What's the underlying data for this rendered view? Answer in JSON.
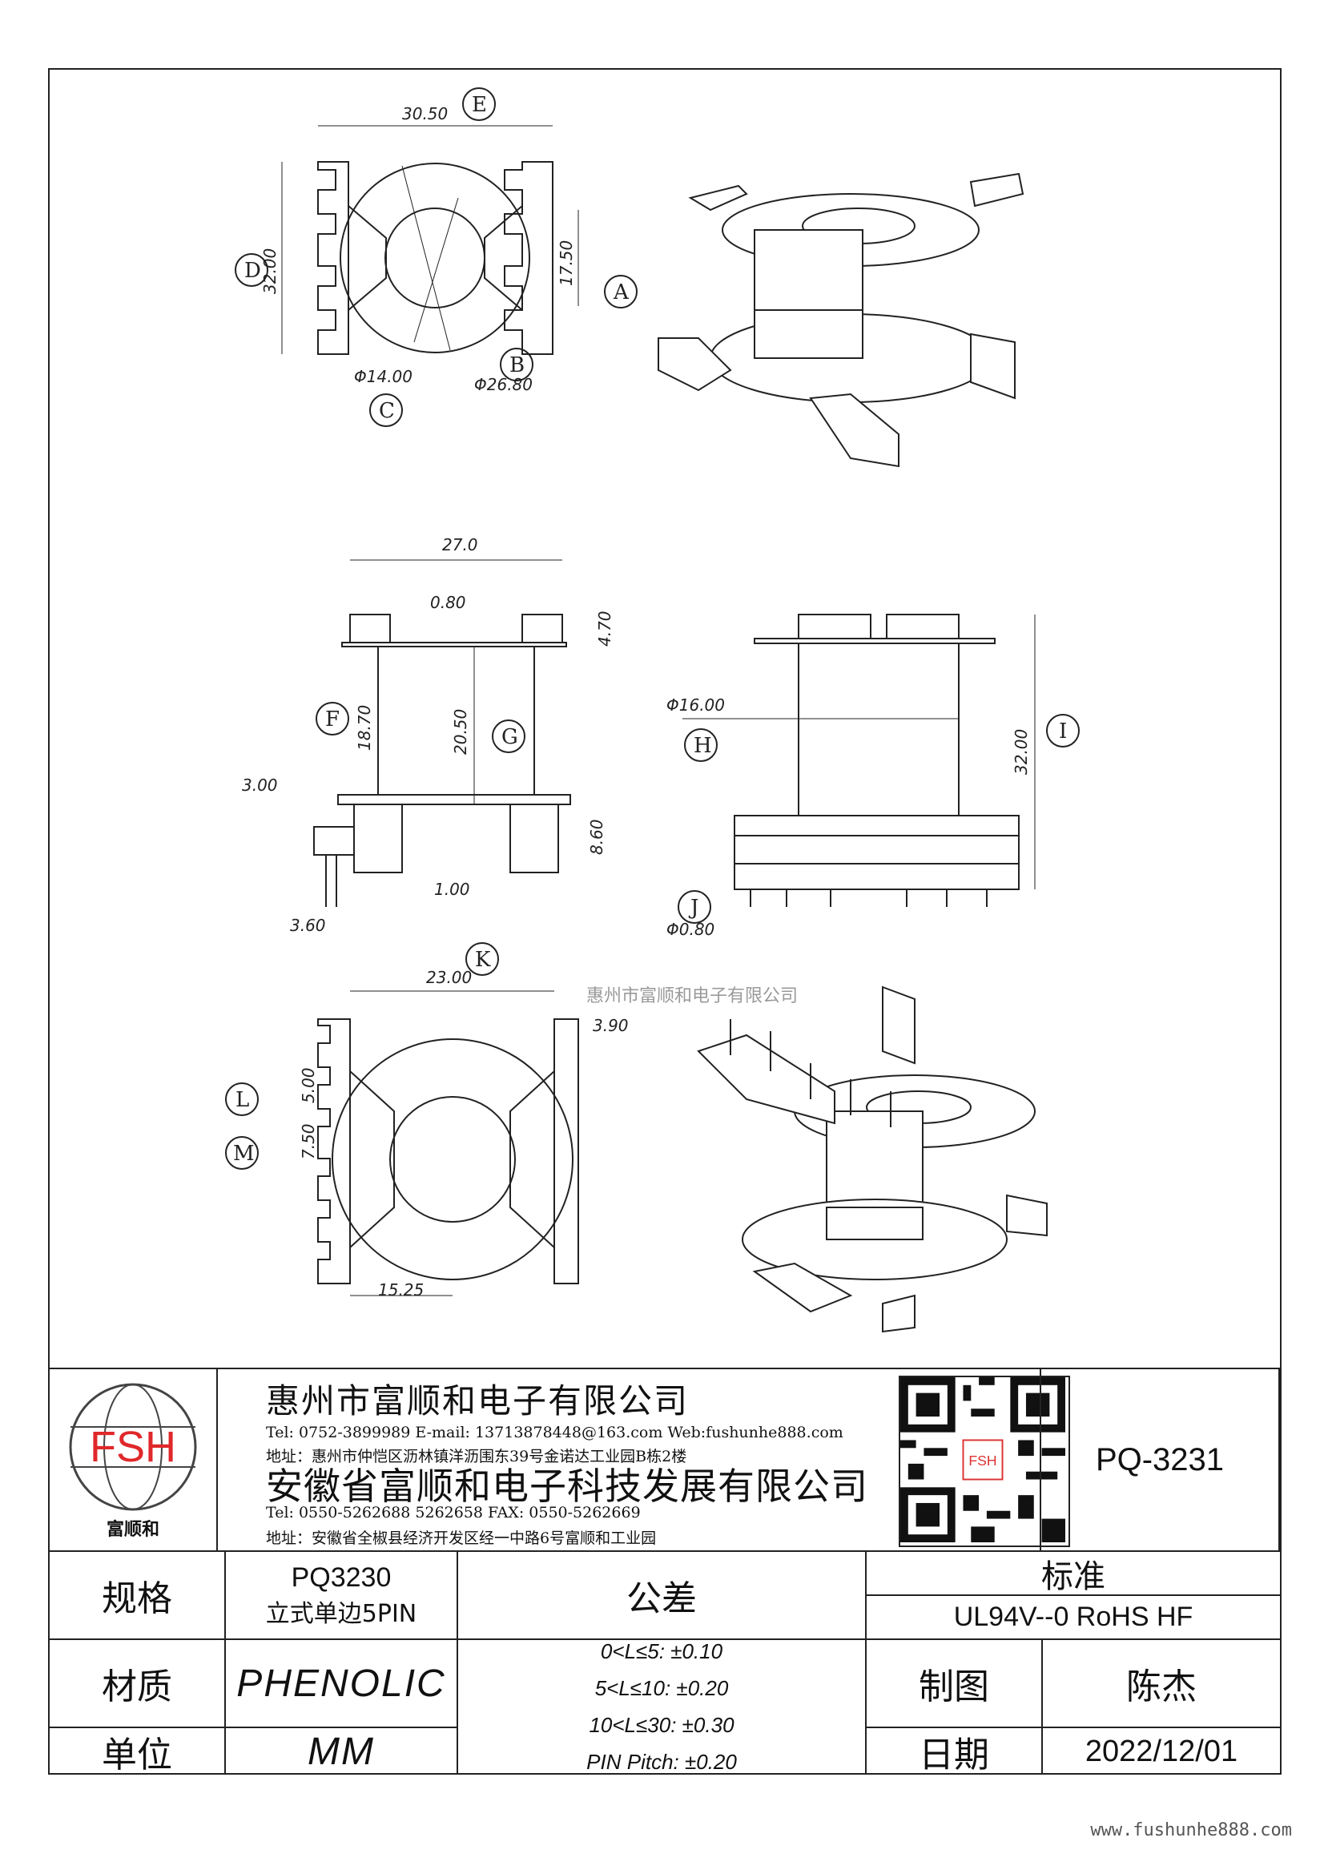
{
  "drawing": {
    "dimensions": {
      "top_width": "30.50",
      "top_height": "32.00",
      "top_inner": "17.50",
      "top_dia_small": "Φ14.00",
      "top_dia_large": "Φ26.80",
      "side_width": "27.0",
      "side_flange_gap": "0.80",
      "side_flange_h": "4.70",
      "side_bobbin_h": "18.70",
      "side_bobbin_h2": "20.50",
      "side_base_top": "3.00",
      "side_base_h": "8.60",
      "side_base_wall": "1.00",
      "side_pin_offset": "3.60",
      "front_dia": "Φ16.00",
      "front_height": "32.00",
      "front_pin_dia": "Φ0.80",
      "bottom_width": "23.00",
      "bottom_edge": "3.90",
      "bottom_pitch": "5.00",
      "bottom_group": "7.50",
      "bottom_offset": "15.25"
    },
    "labels": [
      "A",
      "B",
      "C",
      "D",
      "E",
      "F",
      "G",
      "H",
      "I",
      "J",
      "K",
      "L",
      "M"
    ],
    "watermark": "惠州市富顺和电子有限公司"
  },
  "company": {
    "logo_text": "FSH",
    "logo_caption": "富顺和",
    "name1": "惠州市富顺和电子有限公司",
    "contact1": "Tel:   0752-3899989   E-mail: 13713878448@163.com   Web:fushunhe888.com",
    "address1": "地址：惠州市仲恺区沥林镇洋沥围东39号金诺达工业园B栋2楼",
    "name2": "安徽省富顺和电子科技发展有限公司",
    "contact2": "Tel:    0550-5262688   5262658        FAX:  0550-5262669",
    "address2": "地址：安徽省全椒县经济开发区经一中路6号富顺和工业园",
    "qr_caption": "FSH",
    "part_number": "PQ-3231"
  },
  "specs": {
    "spec_label": "规格",
    "spec_value1": "PQ3230",
    "spec_value2": "立式单边5PIN",
    "tolerance_label": "公差",
    "standard_label": "标准",
    "standard_value": "UL94V--0  RoHS HF",
    "material_label": "材质",
    "material_value": "PHENOLIC",
    "tolerances": [
      "0<L≤5: ±0.10",
      "5<L≤10: ±0.20",
      "10<L≤30: ±0.30",
      "PIN Pitch: ±0.20"
    ],
    "drawn_label": "制图",
    "drawn_value": "陈杰",
    "unit_label": "单位",
    "unit_value": "MM",
    "date_label": "日期",
    "date_value": "2022/12/01"
  },
  "footer": {
    "url": "www.fushunhe888.com"
  }
}
